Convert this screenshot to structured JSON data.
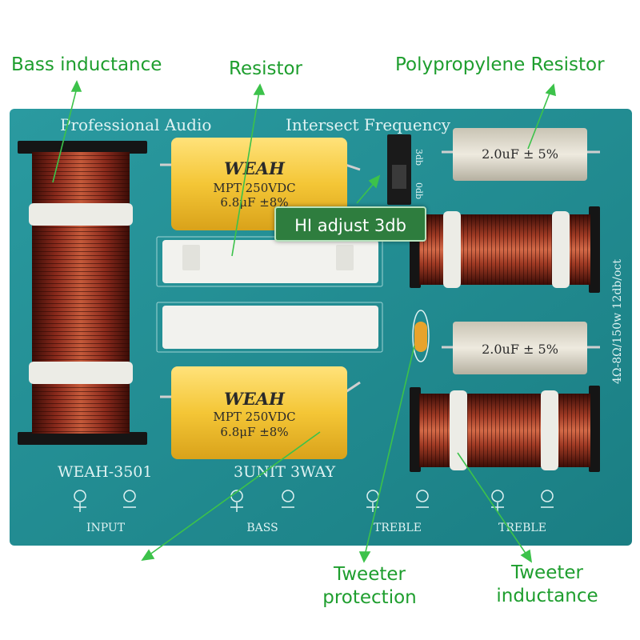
{
  "callouts": {
    "bass_inductance": "Bass inductance",
    "resistor": "Resistor",
    "polypropylene_resistor": "Polypropylene Resistor",
    "hi_adjust": "HI adjust 3db",
    "tweeter_protection_line1": "Tweeter",
    "tweeter_protection_line2": "protection",
    "tweeter_inductance_line1": "Tweeter",
    "tweeter_inductance_line2": "inductance"
  },
  "board": {
    "header_left": "Professional Audio",
    "header_right": "Intersect Frequency",
    "model": "WEAH-3501",
    "config": "3UNIT 3WAY",
    "side_text": "4Ω-8Ω/150w 12db/oct",
    "switch_top": "3db",
    "switch_bottom": "0db",
    "terminals": {
      "input": "INPUT",
      "bass": "BASS",
      "treble_1": "TREBLE",
      "treble_2": "TREBLE"
    }
  },
  "capacitors": {
    "yellow": {
      "brand": "WEAH",
      "line1": "MPT 250VDC",
      "line2": "6.8μF ±8%"
    },
    "grey": {
      "label": "2.0uF ± 5%"
    }
  },
  "colors": {
    "board": "#1f8a8f",
    "callout_text": "#1e9e2e",
    "copper": "#8a2a1c",
    "yellow_cap": "#f4c636",
    "badge_bg": "#2e7d3e"
  }
}
